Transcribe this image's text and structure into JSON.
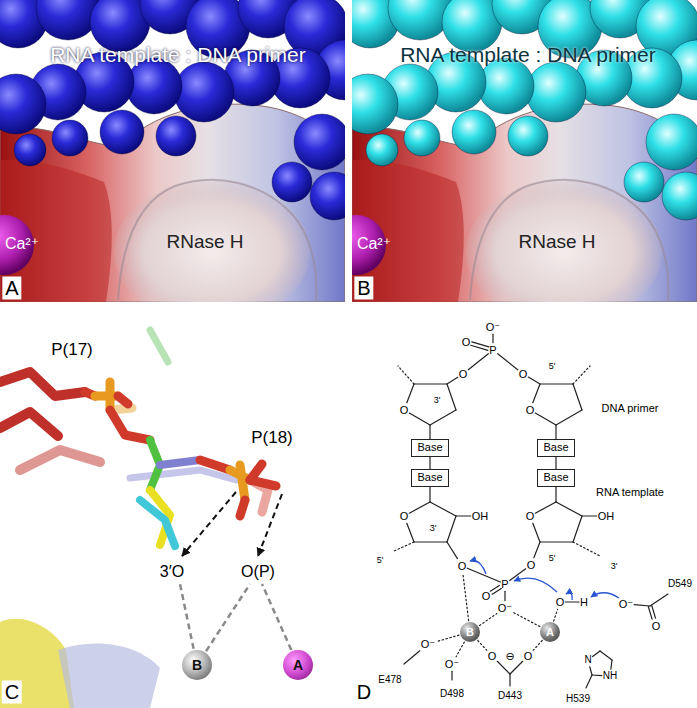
{
  "diagram": {
    "nodes": [
      {
        "text": [
          "B"
        ]
      },
      {
        "text": [
          "A"
        ]
      },
      {
        "text": [
          "Base"
        ]
      },
      {
        "text": [
          "Base"
        ]
      },
      {
        "text": [
          "Base"
        ]
      },
      {
        "text": [
          "Base"
        ]
      },
      {
        "text": [
          "B"
        ]
      },
      {
        "text": [
          "A"
        ]
      }
    ],
    "edges": [
      {
        "from": 2,
        "to": 4,
        "arrow": "none"
      },
      {
        "from": 3,
        "to": 5,
        "arrow": "none"
      }
    ],
    "labels": [
      "RNA template : DNA primer",
      "Ca²⁺",
      "RNase H",
      "A",
      "RNA template : DNA primer",
      "Ca²⁺",
      "RNase H",
      "B",
      "P(17)",
      "P(18)",
      "3′O",
      "O(P)",
      "C",
      "O⁻",
      "O",
      "P",
      "O",
      "O",
      "3'",
      "O",
      "5'",
      "O",
      "DNA primer",
      "RNA template",
      "OH",
      "O",
      "5'",
      "3'",
      "O",
      "OH",
      "O",
      "3'",
      "5'",
      "O",
      "P",
      "O⁻",
      "O",
      "O",
      "H",
      "O⁻",
      "E478",
      "O⁻",
      "D498",
      "O",
      "O",
      "⊖",
      "D443",
      "N",
      "NH",
      "H539",
      "O⁻",
      "O",
      "D549",
      "D"
    ]
  }
}
